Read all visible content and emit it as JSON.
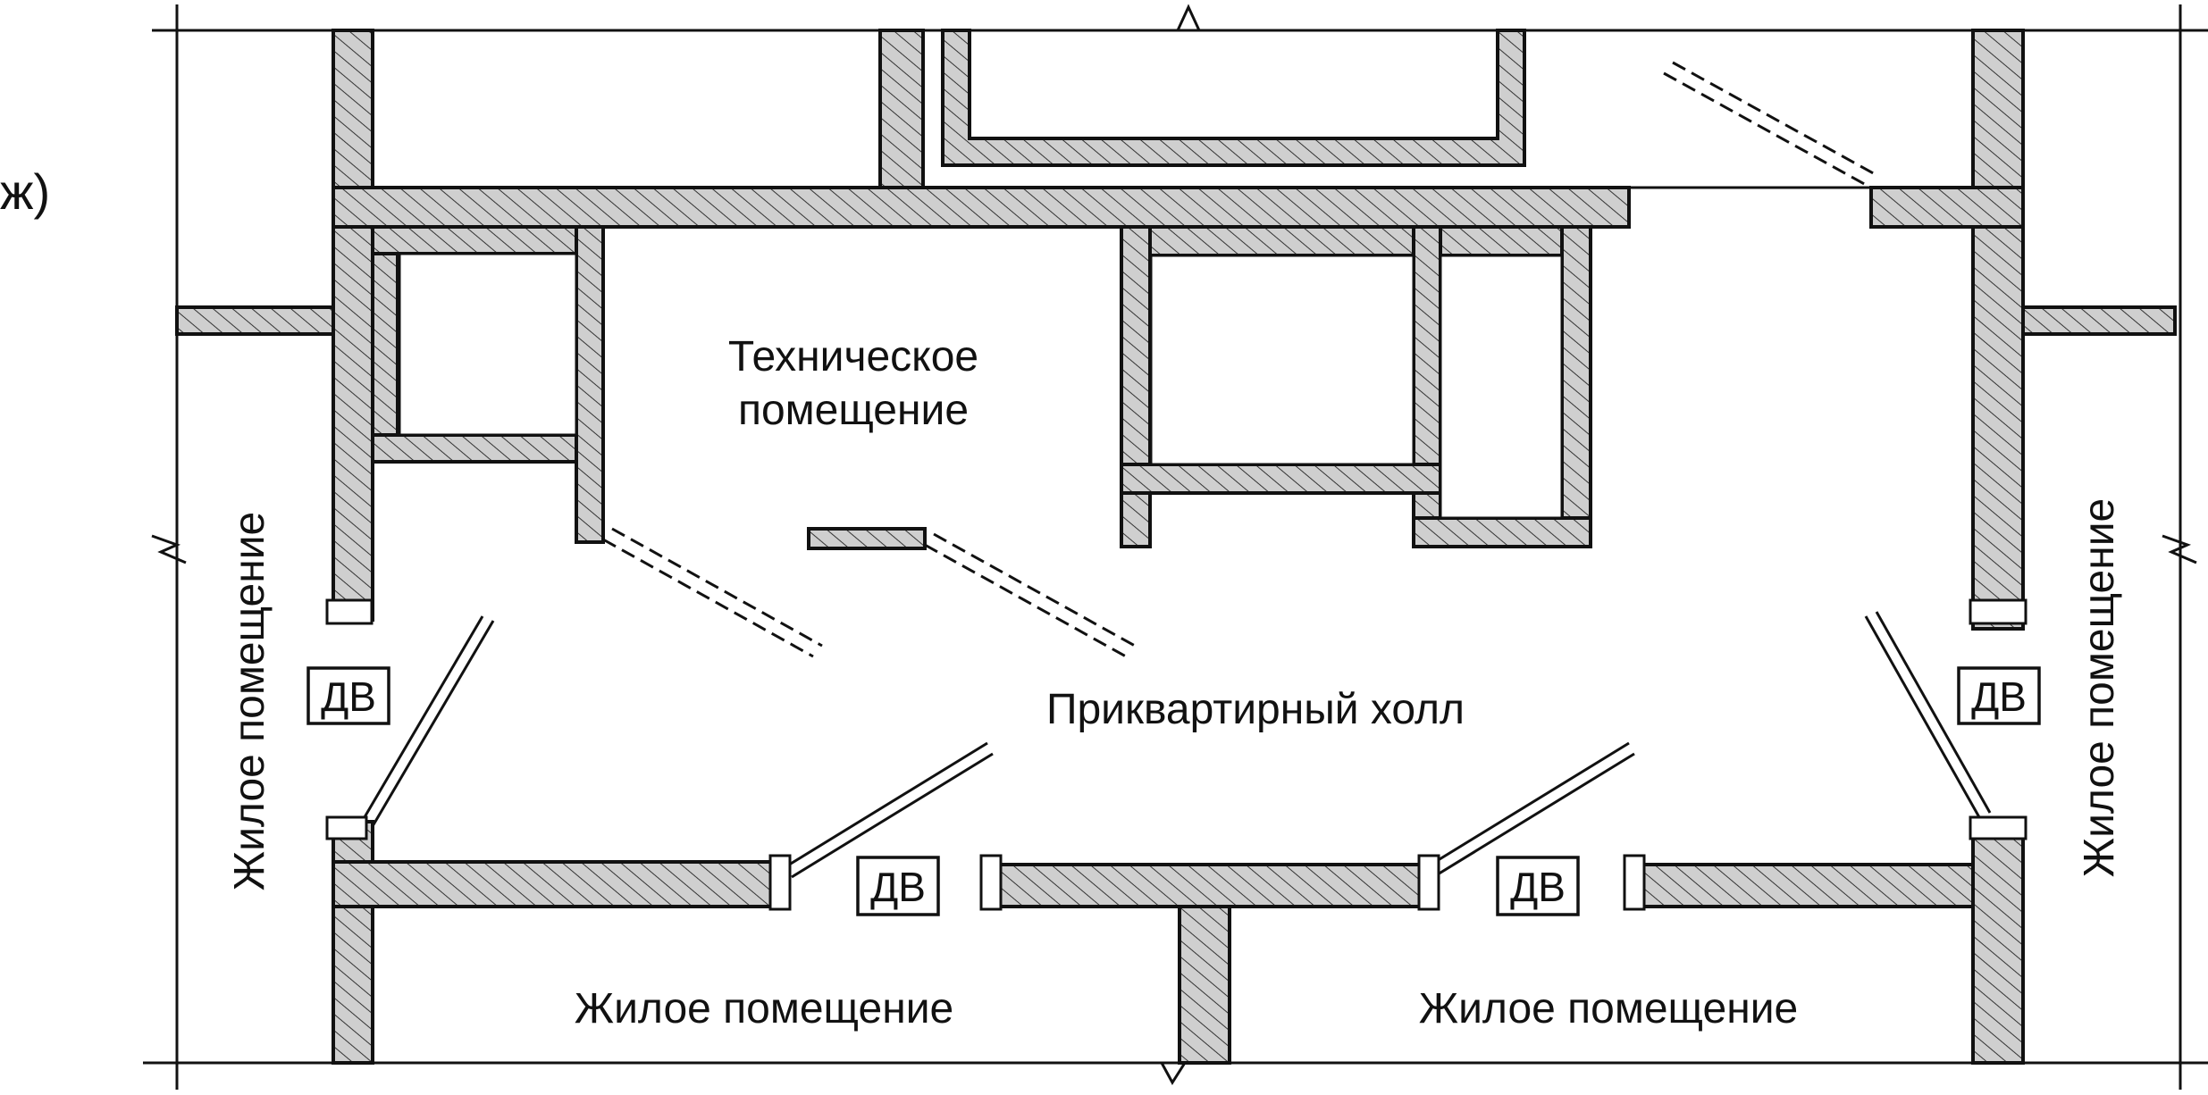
{
  "figure": {
    "part_label": "ж)"
  },
  "rooms": {
    "technical_line1": "Техническое",
    "technical_line2": "помещение",
    "hall": "Приквартирный холл",
    "living_left": "Жилое помещение",
    "living_right": "Жилое помещение",
    "living_bottom_left": "Жилое помещение",
    "living_bottom_right": "Жилое помещение"
  },
  "door_tags": {
    "left": "ДВ",
    "right": "ДВ",
    "bottom_left": "ДВ",
    "bottom_right": "ДВ"
  }
}
